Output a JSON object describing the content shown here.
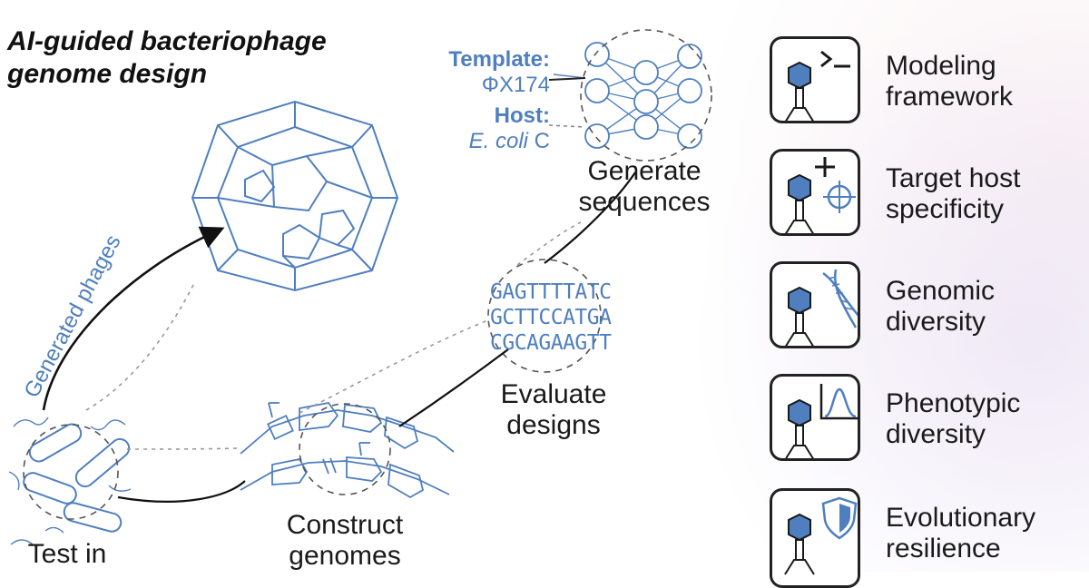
{
  "title_line1": "AI-guided bacteriophage",
  "title_line2": "genome design",
  "model": {
    "template_label": "Template:",
    "template_value": "ΦX174",
    "host_label": "Host:",
    "host_species": "E. coli",
    "host_strain": "C"
  },
  "steps": {
    "generate_line1": "Generate",
    "generate_line2": "sequences",
    "evaluate_line1": "Evaluate",
    "evaluate_line2": "designs",
    "construct_line1": "Construct",
    "construct_line2": "genomes",
    "test_line1": "Test in",
    "generated_phages": "Generated phages"
  },
  "sequences": [
    "GAGTTTTATC",
    "GCTTCCATGA",
    "CGCAGAAGTT"
  ],
  "features": [
    {
      "line1": "Modeling",
      "line2": "framework",
      "icon": "terminal-prompt-icon"
    },
    {
      "line1": "Target host",
      "line2": "specificity",
      "icon": "crosshair-target-icon"
    },
    {
      "line1": "Genomic",
      "line2": "diversity",
      "icon": "dna-helix-icon"
    },
    {
      "line1": "Phenotypic",
      "line2": "diversity",
      "icon": "distribution-plot-icon"
    },
    {
      "line1": "Evolutionary",
      "line2": "resilience",
      "icon": "shield-check-icon"
    }
  ],
  "colors": {
    "accent_blue": "#4f7fbf",
    "ink": "#1a1a1a",
    "dash_gray": "#9a9a9a"
  }
}
